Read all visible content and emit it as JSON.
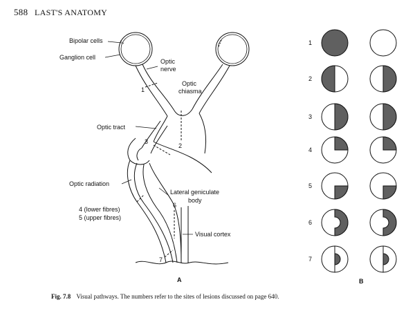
{
  "page": {
    "number": "588",
    "running_title": "LAST'S ANATOMY"
  },
  "diagram": {
    "labels": {
      "bipolar": "Bipolar cells",
      "ganglion": "Ganglion cell",
      "optic_nerve_1": "Optic",
      "optic_nerve_2": "nerve",
      "chiasma_1": "Optic",
      "chiasma_2": "chiasma",
      "optic_tract": "Optic tract",
      "optic_radiation": "Optic radiation",
      "lgb_1": "Lateral geniculate",
      "lgb_2": "body",
      "lower_fibres": "4 (lower fibres)",
      "upper_fibres": "5 (upper fibres)",
      "visual_cortex": "Visual cortex"
    },
    "lesion_numbers": [
      "1",
      "2",
      "3",
      "6",
      "7"
    ],
    "panel_a_label": "A"
  },
  "fields": {
    "panel_b_label": "B",
    "rows": [
      {
        "n": "1"
      },
      {
        "n": "2"
      },
      {
        "n": "3"
      },
      {
        "n": "4"
      },
      {
        "n": "5"
      },
      {
        "n": "6"
      },
      {
        "n": "7"
      }
    ]
  },
  "caption": {
    "fig": "Fig. 7.8",
    "text": "Visual pathways. The numbers refer to the sites of lesions discussed on page 640."
  },
  "colors": {
    "shade": "#606060",
    "ink": "#111111"
  }
}
